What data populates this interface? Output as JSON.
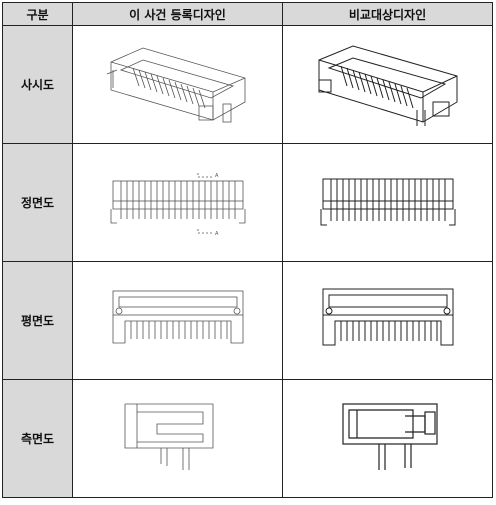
{
  "table": {
    "headers": {
      "col0": "구분",
      "col1": "이 사건 등록디자인",
      "col2": "비교대상디자인"
    },
    "rows": [
      {
        "label": "사시도",
        "left_figure": "perspective-view-registered",
        "right_figure": "perspective-view-compared"
      },
      {
        "label": "정면도",
        "left_figure": "front-view-registered",
        "right_figure": "front-view-compared"
      },
      {
        "label": "평면도",
        "left_figure": "plan-view-registered",
        "right_figure": "plan-view-compared"
      },
      {
        "label": "측면도",
        "left_figure": "side-view-registered",
        "right_figure": "side-view-compared"
      }
    ],
    "front_view_marks": [
      "A",
      "A"
    ]
  }
}
